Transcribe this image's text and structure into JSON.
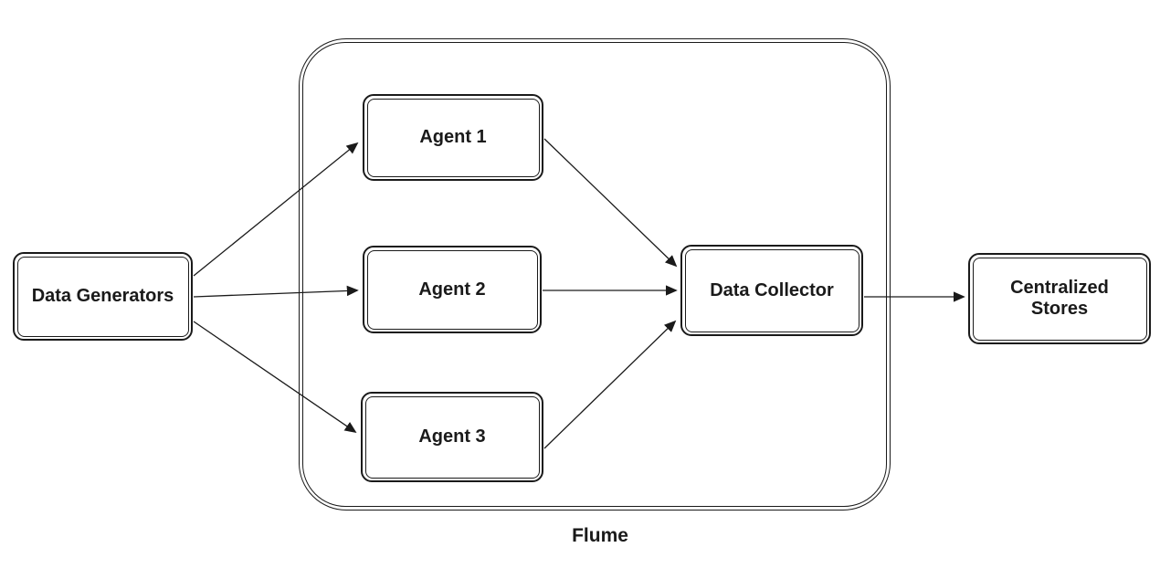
{
  "diagram": {
    "type": "flow-diagram",
    "container": {
      "label": "Flume"
    },
    "nodes": {
      "data_generators": {
        "label": "Data Generators"
      },
      "agent_1": {
        "label": "Agent 1"
      },
      "agent_2": {
        "label": "Agent 2"
      },
      "agent_3": {
        "label": "Agent 3"
      },
      "data_collector": {
        "label": "Data Collector"
      },
      "centralized_stores": {
        "label": "Centralized Stores"
      }
    },
    "edges": [
      {
        "from": "Data Generators",
        "to": "Agent 1"
      },
      {
        "from": "Data Generators",
        "to": "Agent 2"
      },
      {
        "from": "Data Generators",
        "to": "Agent 3"
      },
      {
        "from": "Agent 1",
        "to": "Data Collector"
      },
      {
        "from": "Agent 2",
        "to": "Data Collector"
      },
      {
        "from": "Agent 3",
        "to": "Data Collector"
      },
      {
        "from": "Data Collector",
        "to": "Centralized Stores"
      }
    ],
    "colors": {
      "stroke": "#1a1a1a",
      "node_fill": "#ffffff",
      "background": "#ffffff"
    }
  }
}
